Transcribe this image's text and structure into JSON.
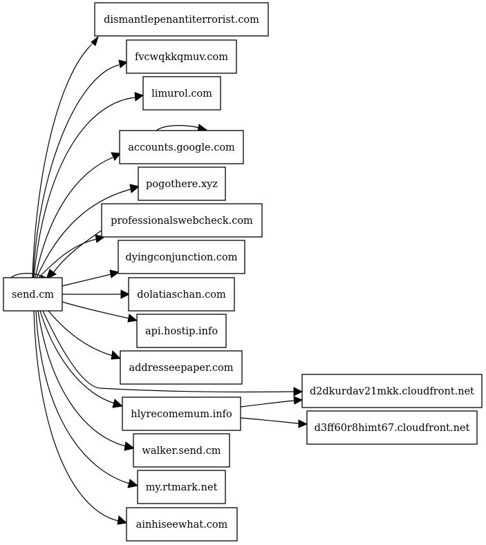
{
  "graph": {
    "nodes": [
      {
        "id": "send",
        "label": "send.cm"
      },
      {
        "id": "dismantle",
        "label": "dismantlepenantiterrorist.com"
      },
      {
        "id": "fvcw",
        "label": "fvcwqkkqmuv.com"
      },
      {
        "id": "limurol",
        "label": "limurol.com"
      },
      {
        "id": "accounts",
        "label": "accounts.google.com"
      },
      {
        "id": "pogothere",
        "label": "pogothere.xyz"
      },
      {
        "id": "professional",
        "label": "professionalswebcheck.com"
      },
      {
        "id": "dying",
        "label": "dyingconjunction.com"
      },
      {
        "id": "dolatias",
        "label": "dolatiaschan.com"
      },
      {
        "id": "hostip",
        "label": "api.hostip.info"
      },
      {
        "id": "addressee",
        "label": "addresseepaper.com"
      },
      {
        "id": "d2dk",
        "label": "d2dkurdav21mkk.cloudfront.net"
      },
      {
        "id": "hlyre",
        "label": "hlyrecomemum.info"
      },
      {
        "id": "d3ff",
        "label": "d3ff60r8himt67.cloudfront.net"
      },
      {
        "id": "walker",
        "label": "walker.send.cm"
      },
      {
        "id": "rtmark",
        "label": "my.rtmark.net"
      },
      {
        "id": "ainhisee",
        "label": "ainhiseewhat.com"
      }
    ],
    "edges": [
      {
        "from": "send",
        "to": "send"
      },
      {
        "from": "send",
        "to": "dismantle"
      },
      {
        "from": "send",
        "to": "fvcw"
      },
      {
        "from": "send",
        "to": "limurol"
      },
      {
        "from": "send",
        "to": "accounts"
      },
      {
        "from": "accounts",
        "to": "accounts"
      },
      {
        "from": "send",
        "to": "pogothere"
      },
      {
        "from": "send",
        "to": "professional"
      },
      {
        "from": "professional",
        "to": "send"
      },
      {
        "from": "send",
        "to": "dying"
      },
      {
        "from": "send",
        "to": "dolatias"
      },
      {
        "from": "send",
        "to": "hostip"
      },
      {
        "from": "send",
        "to": "addressee"
      },
      {
        "from": "send",
        "to": "d2dk"
      },
      {
        "from": "send",
        "to": "hlyre"
      },
      {
        "from": "hlyre",
        "to": "d2dk"
      },
      {
        "from": "hlyre",
        "to": "d3ff"
      },
      {
        "from": "send",
        "to": "walker"
      },
      {
        "from": "send",
        "to": "rtmark"
      },
      {
        "from": "send",
        "to": "ainhisee"
      }
    ]
  }
}
